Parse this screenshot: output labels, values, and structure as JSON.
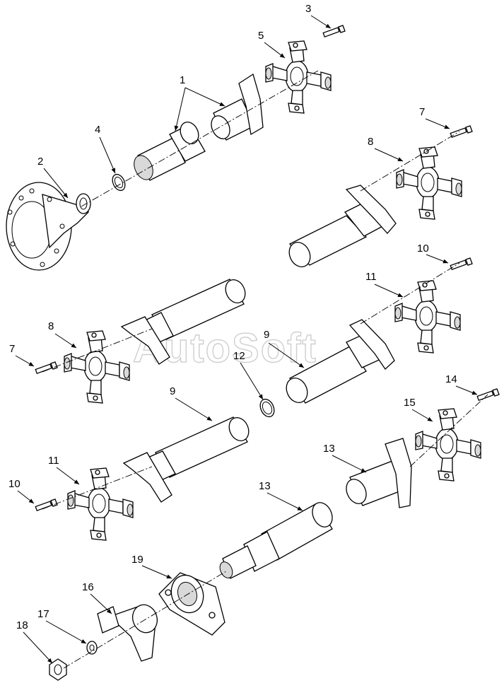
{
  "watermark": "AutoSoft",
  "callouts": [
    {
      "id": "c3a",
      "label": "3"
    },
    {
      "id": "c5a",
      "label": "5"
    },
    {
      "id": "c1a",
      "label": "1"
    },
    {
      "id": "c4a",
      "label": "4"
    },
    {
      "id": "c2a",
      "label": "2"
    },
    {
      "id": "c7a",
      "label": "7"
    },
    {
      "id": "c8a",
      "label": "8"
    },
    {
      "id": "c10a",
      "label": "10"
    },
    {
      "id": "c11a",
      "label": "11"
    },
    {
      "id": "c8b",
      "label": "8"
    },
    {
      "id": "c7b",
      "label": "7"
    },
    {
      "id": "c9a",
      "label": "9"
    },
    {
      "id": "c12a",
      "label": "12"
    },
    {
      "id": "c9b",
      "label": "9"
    },
    {
      "id": "c14a",
      "label": "14"
    },
    {
      "id": "c15a",
      "label": "15"
    },
    {
      "id": "c13a",
      "label": "13"
    },
    {
      "id": "c11b",
      "label": "11"
    },
    {
      "id": "c10b",
      "label": "10"
    },
    {
      "id": "c13b",
      "label": "13"
    },
    {
      "id": "c19a",
      "label": "19"
    },
    {
      "id": "c16a",
      "label": "16"
    },
    {
      "id": "c17a",
      "label": "17"
    },
    {
      "id": "c18a",
      "label": "18"
    }
  ]
}
